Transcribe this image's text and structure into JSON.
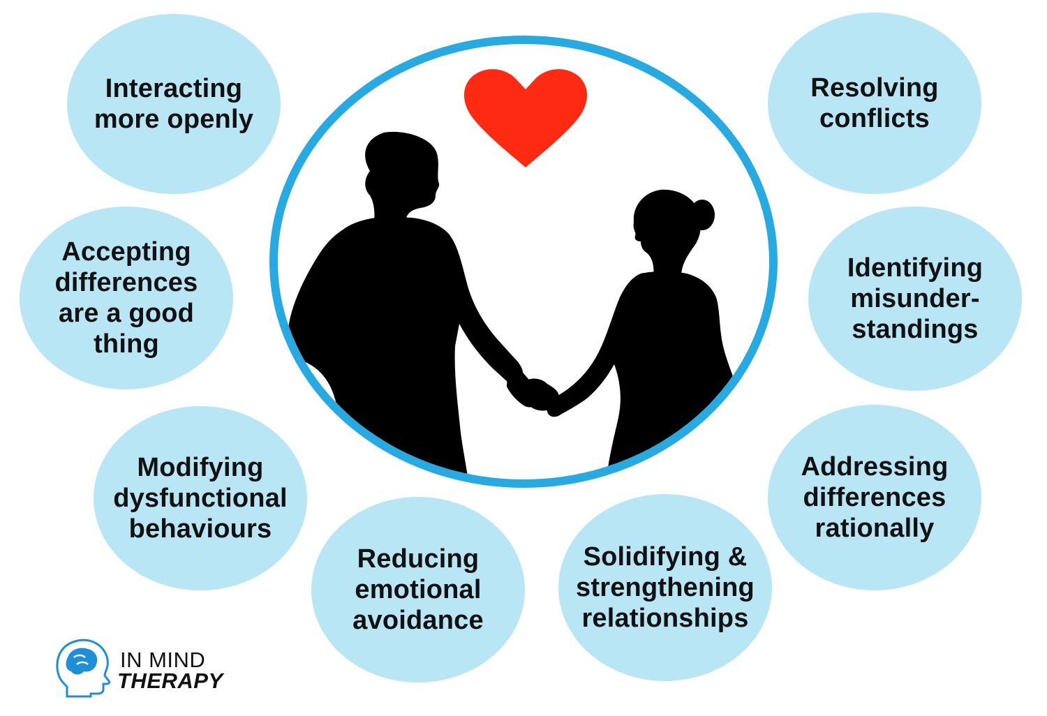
{
  "bubbles": [
    {
      "id": "interacting",
      "lines": [
        "Interacting",
        "more openly"
      ]
    },
    {
      "id": "accepting",
      "lines": [
        "Accepting",
        "differences",
        "are a good",
        "thing"
      ]
    },
    {
      "id": "modifying",
      "lines": [
        "Modifying",
        "dysfunctional",
        "behaviours"
      ]
    },
    {
      "id": "reducing",
      "lines": [
        "Reducing",
        "emotional",
        "avoidance"
      ]
    },
    {
      "id": "solidifying",
      "lines": [
        "Solidifying &",
        "strengthening",
        "relationships"
      ]
    },
    {
      "id": "addressing",
      "lines": [
        "Addressing",
        "differences",
        "rationally"
      ]
    },
    {
      "id": "identifying",
      "lines": [
        "Identifying",
        "misunder-",
        "standings"
      ]
    },
    {
      "id": "resolving",
      "lines": [
        "Resolving",
        "conflicts"
      ]
    }
  ],
  "logo": {
    "line1": "IN MIND",
    "line2": "THERAPY",
    "icon": "head-brain-icon"
  },
  "colors": {
    "bubble": "#b8e6f4",
    "ring": "#27a9e1",
    "heart": "#ff2a12",
    "silhouette": "#000000",
    "logo_blue": "#1e8fd6"
  }
}
